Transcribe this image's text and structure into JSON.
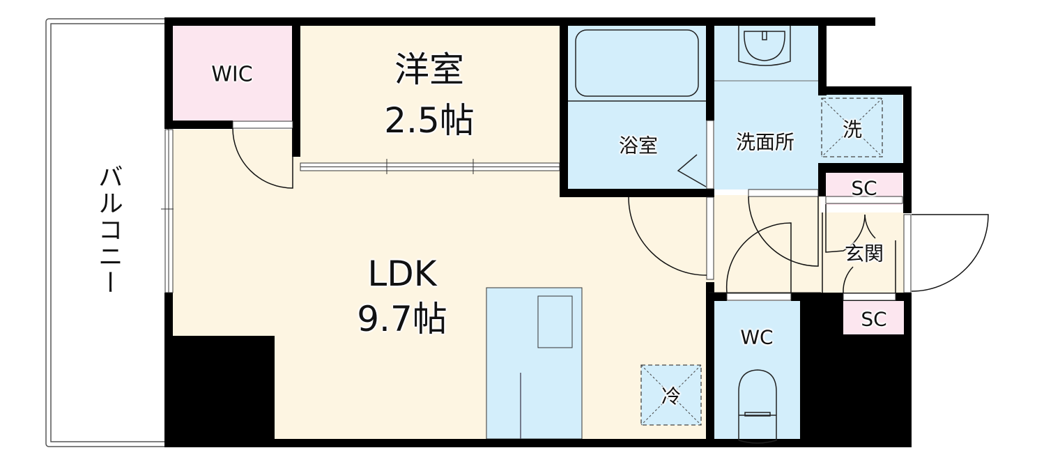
{
  "floorplan": {
    "colors": {
      "floor": "#FDF5E2",
      "wet": "#D3EEFB",
      "storage": "#FCE6EF",
      "wall": "#000000",
      "balcony": "#FFFFFF"
    },
    "rooms": {
      "balcony": {
        "label": "バルコニー"
      },
      "wic": {
        "label": "WIC"
      },
      "western_room": {
        "label": "洋室",
        "size": "2.5帖"
      },
      "ldk": {
        "label": "LDK",
        "size": "9.7帖"
      },
      "bathroom": {
        "label": "浴室"
      },
      "washroom": {
        "label": "洗面所"
      },
      "washer": {
        "label": "洗"
      },
      "fridge": {
        "label": "冷"
      },
      "shoe_closet_top": {
        "label": "SC"
      },
      "entrance": {
        "label": "玄関"
      },
      "shoe_closet_bottom": {
        "label": "SC"
      },
      "toilet": {
        "label": "WC"
      }
    }
  }
}
